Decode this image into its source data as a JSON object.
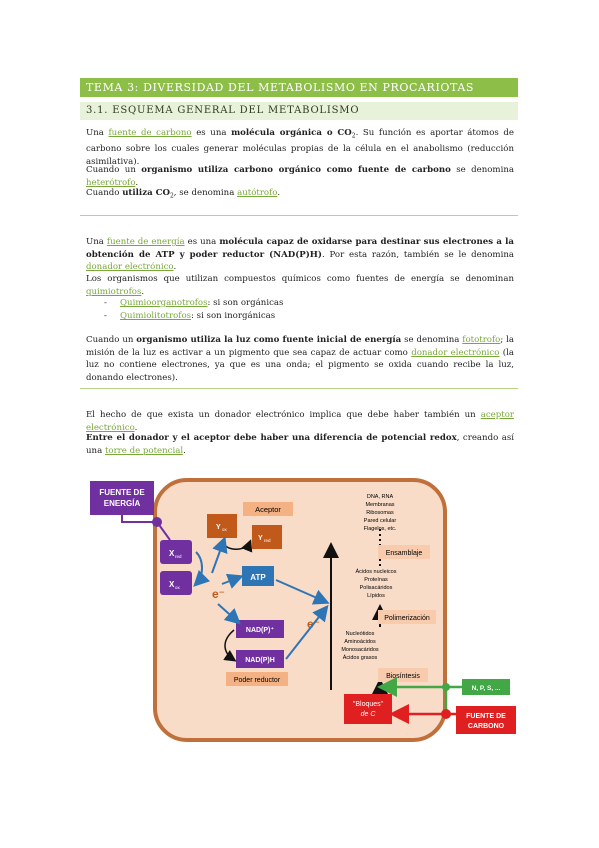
{
  "header": {
    "title": "TEMA 3: DIVERSIDAD DEL METABOLISMO EN PROCARIOTAS",
    "section": "3.1. ESQUEMA GENERAL DEL METABOLISMO"
  },
  "p1": {
    "a": "Una ",
    "link1": "fuente de carbono",
    "b": " es una ",
    "bold1": "molécula orgánica o CO",
    "sub": "2",
    "c": ". Su función es aportar átomos de carbono sobre los cuales generar moléculas propias de la célula en el anabolismo (reducción asimilativa)."
  },
  "p2": {
    "a": "Cuando un ",
    "bold1": "organismo utiliza carbono orgánico como fuente de carbono",
    "b": " se denomina ",
    "link1": "heterótrofo",
    "c": "."
  },
  "p3": {
    "a": "Cuando ",
    "bold1": "utiliza CO",
    "sub": "2",
    "b": ", se denomina ",
    "link1": "autótrofo",
    "c": "."
  },
  "p4": {
    "a": "Una ",
    "link1": "fuente de energía",
    "b": " es una ",
    "bold1": "molécula capaz de oxidarse para destinar sus electrones a la obtención de ATP y poder reductor (NAD(P)H)",
    "c": ". Por esta razón, también se le denomina ",
    "link2": "donador electrónico",
    "d": "."
  },
  "p5": {
    "a": "Los organismos que utilizan compuestos químicos como fuentes de energía se denominan ",
    "link1": "quimiotrofos",
    "b": "."
  },
  "list": [
    {
      "dash": "-",
      "link": "Quimioorganotrofos",
      "text": ": si son orgánicas"
    },
    {
      "dash": "-",
      "link": "Quimiolitotrofos",
      "text": ": si son inorgánicas"
    }
  ],
  "p6": {
    "a": "Cuando un ",
    "bold1": "organismo utiliza la luz como fuente inicial de energía",
    "b": " se denomina ",
    "link1": "fototrofo",
    "c": "; la misión de la luz es activar a un pigmento que sea capaz de actuar como ",
    "link2": "donador electrónico",
    "d": " (la luz no contiene electrones, ya que es una onda; el pigmento se oxida cuando recibe la luz, donando electrones)."
  },
  "p7": {
    "a": "El hecho de que exista un donador electrónico implica que debe haber también un ",
    "link1": "aceptor electrónico",
    "b": "."
  },
  "p8": {
    "bold1": "Entre el donador y el aceptor debe haber una diferencia de potencial redox",
    "a": ", creando así una ",
    "link1": "torre de potencial",
    "b": "."
  },
  "diagram": {
    "fuente_energia": [
      "FUENTE DE",
      "ENERGÍA"
    ],
    "xred": "X",
    "xred_sub": "red",
    "xox": "X",
    "xox_sub": "ox",
    "yox": "Y",
    "yox_sub": "ox",
    "yred": "Y",
    "yred_sub": "red",
    "aceptor": "Aceptor",
    "atp": "ATP",
    "nadp": "NAD(P)⁺",
    "nadph": "NAD(P)H",
    "poder_reductor": "Poder reductor",
    "e1": "e⁻",
    "e2": "e⁻",
    "macromol": [
      "DNA, RNA",
      "Membranas",
      "Ribosomas",
      "Pared celular",
      "Flagelos, etc."
    ],
    "ensamblaje": "Ensamblaje",
    "monomers": [
      "Ácidos nucleicos",
      "Proteínas",
      "Polisacáridos",
      "Lípidos"
    ],
    "polimerizacion": "Polimerización",
    "precursors": [
      "Nucleótidos",
      "Aminoácidos",
      "Monosacáridos",
      "Ácidos grasos"
    ],
    "biosintesis": "Biosíntesis",
    "bloques": [
      "\"Bloques\"",
      "de C"
    ],
    "nps": "N, P, S, ...",
    "fuente_carbono": [
      "FUENTE DE",
      "CARBONO"
    ],
    "colors": {
      "cell_fill": "#f8dcc8",
      "cell_stroke": "#c0703a",
      "purple": "#7030a0",
      "orange_box": "#c0591a",
      "blue": "#2e75b6",
      "green": "#41a845",
      "red": "#e02020"
    }
  }
}
